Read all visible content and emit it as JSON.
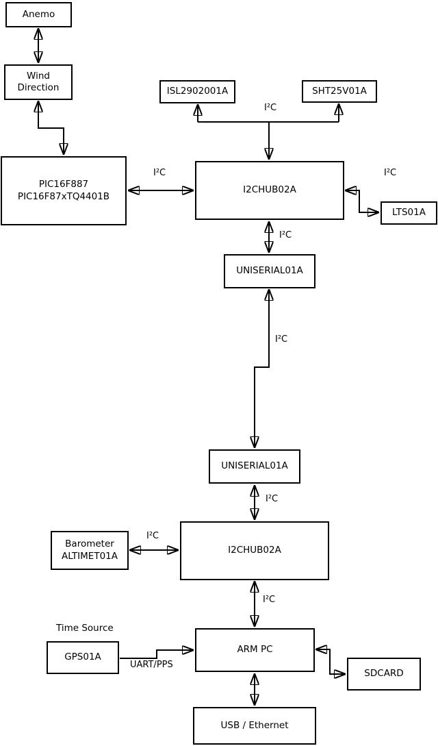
{
  "diagram": {
    "nodes": {
      "anemo": {
        "label": "Anemo"
      },
      "wind_direction": {
        "line1": "Wind",
        "line2": "Direction"
      },
      "pic": {
        "line1": "PIC16F887",
        "line2": "PIC16F87xTQ4401B"
      },
      "isl": {
        "label": "ISL2902001A"
      },
      "sht": {
        "label": "SHT25V01A"
      },
      "i2chub_top": {
        "label": "I2CHUB02A"
      },
      "lts": {
        "label": "LTS01A"
      },
      "uniserial_top": {
        "label": "UNISERIAL01A"
      },
      "uniserial_bottom": {
        "label": "UNISERIAL01A"
      },
      "barometer": {
        "line1": "Barometer",
        "line2": "ALTIMET01A"
      },
      "i2chub_bottom": {
        "label": "I2CHUB02A"
      },
      "gps": {
        "label": "GPS01A"
      },
      "arm_pc": {
        "label": "ARM PC"
      },
      "sdcard": {
        "label": "SDCARD"
      },
      "usb_ethernet": {
        "label": "USB / Ethernet"
      }
    },
    "labels": {
      "i2c": "I²C",
      "uart_pps": "UART/PPS",
      "time_source": "Time Source"
    },
    "colors": {
      "line": "#000000",
      "background": "#ffffff",
      "text": "#000000"
    }
  }
}
